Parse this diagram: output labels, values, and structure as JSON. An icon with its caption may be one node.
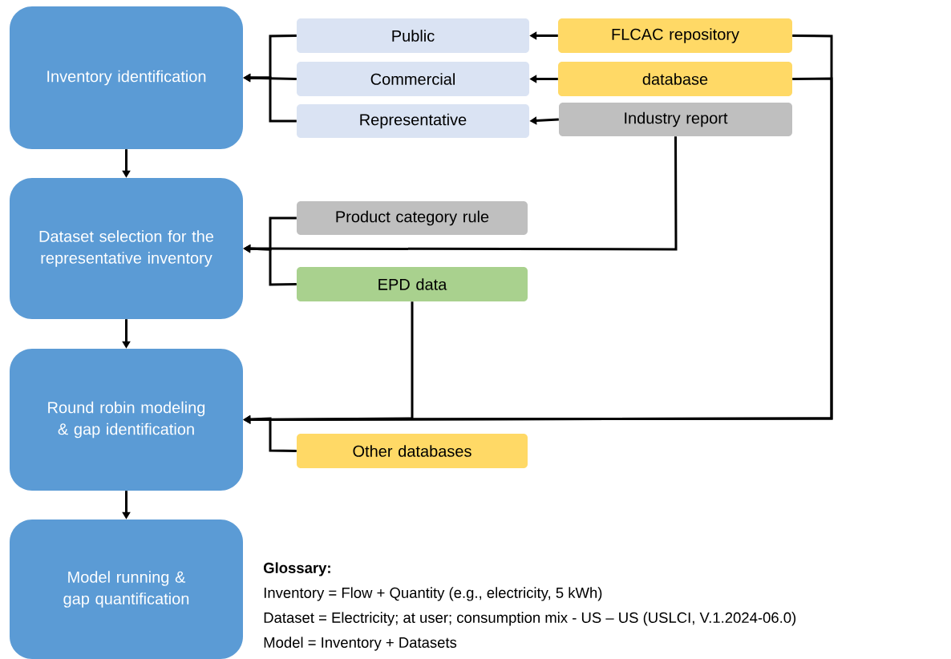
{
  "diagram": {
    "nodes": [
      {
        "text": [
          "Inventory identification"
        ]
      },
      {
        "text": [
          "Dataset selection for the representative inventory"
        ]
      },
      {
        "text": [
          "Round robin modeling & gap identification"
        ]
      },
      {
        "text": [
          "Model running & gap quantification"
        ]
      },
      {
        "text": [
          "Public"
        ]
      },
      {
        "text": [
          "Commercial"
        ]
      },
      {
        "text": [
          "Representative"
        ]
      },
      {
        "text": [
          "FLCAC repository"
        ]
      },
      {
        "text": [
          "database"
        ]
      },
      {
        "text": [
          "Industry report"
        ]
      },
      {
        "text": [
          "Product category rule"
        ]
      },
      {
        "text": [
          "EPD data"
        ]
      },
      {
        "text": [
          "Other databases"
        ]
      }
    ],
    "edges": [
      {
        "from": 0,
        "to": 1,
        "arrow": "to"
      },
      {
        "from": 1,
        "to": 2,
        "arrow": "to"
      },
      {
        "from": 2,
        "to": 3,
        "arrow": "to"
      },
      {
        "from": 4,
        "to": 0,
        "arrow": "to"
      },
      {
        "from": 5,
        "to": 0,
        "arrow": "to"
      },
      {
        "from": 6,
        "to": 0,
        "arrow": "to"
      },
      {
        "from": 7,
        "to": 4,
        "arrow": "to"
      },
      {
        "from": 8,
        "to": 5,
        "arrow": "to"
      },
      {
        "from": 9,
        "to": 6,
        "arrow": "to"
      },
      {
        "from": 9,
        "to": 1,
        "arrow": "to"
      },
      {
        "from": 10,
        "to": 1,
        "arrow": "to"
      },
      {
        "from": 11,
        "to": 1,
        "arrow": "to"
      },
      {
        "from": 11,
        "to": 2,
        "arrow": "to"
      },
      {
        "from": 7,
        "to": 2,
        "arrow": "to"
      },
      {
        "from": 8,
        "to": 2,
        "arrow": "to"
      },
      {
        "from": 12,
        "to": 2,
        "arrow": "to"
      }
    ],
    "labels": [
      "Glossary:",
      "Inventory = Flow + Quantity (e.g., electricity, 5 kWh)",
      "Dataset = Electricity; at user; consumption mix - US – US (USLCI, V.1.2024-06.0)",
      "Model = Inventory + Datasets"
    ]
  }
}
